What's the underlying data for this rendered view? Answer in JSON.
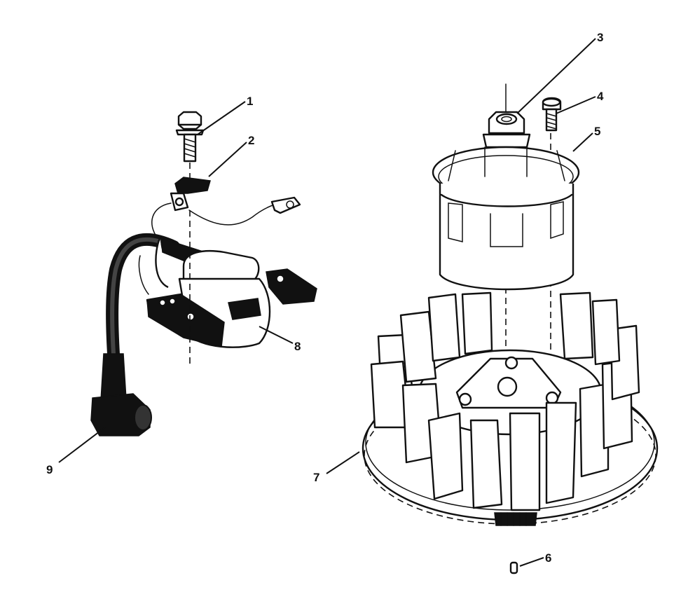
{
  "diagram": {
    "type": "exploded-parts-view",
    "callouts": [
      {
        "id": "1",
        "label": "1",
        "part_icon": "bolt-icon"
      },
      {
        "id": "2",
        "label": "2",
        "part_icon": "ground-clip-icon"
      },
      {
        "id": "3",
        "label": "3",
        "part_icon": "flywheel-nut-icon"
      },
      {
        "id": "4",
        "label": "4",
        "part_icon": "screw-icon"
      },
      {
        "id": "5",
        "label": "5",
        "part_icon": "starter-cup-icon"
      },
      {
        "id": "6",
        "label": "6",
        "part_icon": "flywheel-key-icon"
      },
      {
        "id": "7",
        "label": "7",
        "part_icon": "flywheel-icon"
      },
      {
        "id": "8",
        "label": "8",
        "part_icon": "ignition-module-icon"
      },
      {
        "id": "9",
        "label": "9",
        "part_icon": "spark-plug-lead-icon"
      }
    ]
  }
}
